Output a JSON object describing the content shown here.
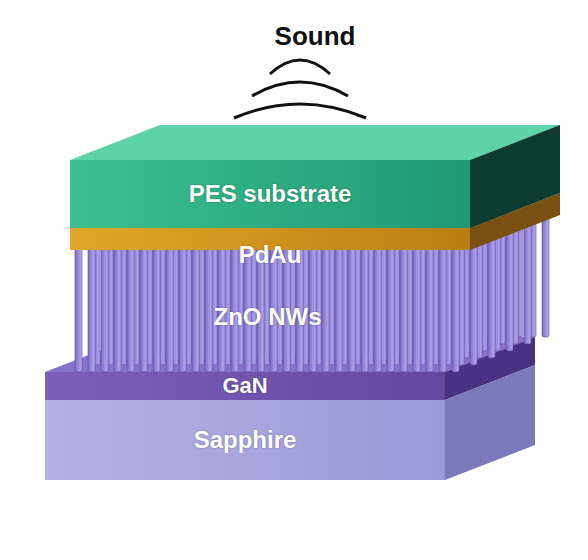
{
  "diagram": {
    "nodes": [
      {
        "text": [
          "PES substrate"
        ]
      },
      {
        "text": [
          "PdAu"
        ]
      },
      {
        "text": [
          "ZnO NWs"
        ]
      },
      {
        "text": [
          "GaN"
        ]
      },
      {
        "text": [
          "Sapphire"
        ]
      }
    ],
    "labels": [
      "Sound"
    ]
  }
}
